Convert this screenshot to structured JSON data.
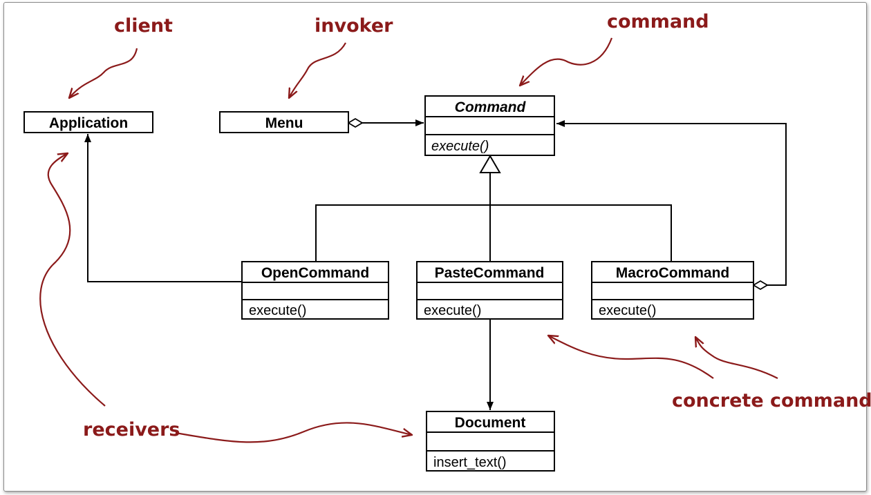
{
  "colors": {
    "annotation": "#8b1a1a",
    "line": "#000000",
    "background": "#ffffff"
  },
  "classes": {
    "application": {
      "name": "Application"
    },
    "menu": {
      "name": "Menu"
    },
    "command": {
      "name": "Command",
      "operation": "execute()"
    },
    "open_command": {
      "name": "OpenCommand",
      "operation": "execute()"
    },
    "paste_command": {
      "name": "PasteCommand",
      "operation": "execute()"
    },
    "macro_command": {
      "name": "MacroCommand",
      "operation": "execute()"
    },
    "document": {
      "name": "Document",
      "operation": "insert_text()"
    }
  },
  "annotations": {
    "client": "client",
    "invoker": "invoker",
    "command": "command",
    "receivers": "receivers",
    "concrete_commands": "concrete commands"
  }
}
